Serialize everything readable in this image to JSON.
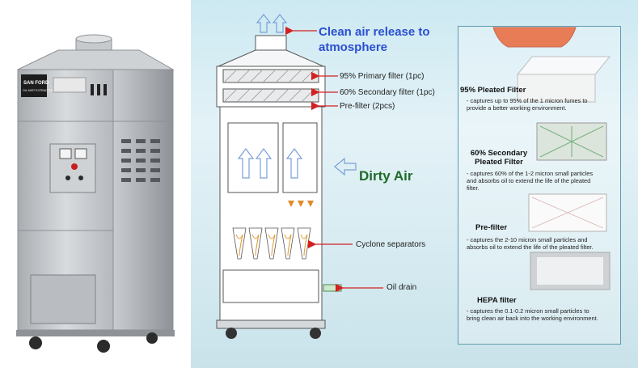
{
  "machine": {
    "brand": "SAN FORD",
    "product": "OIL MIST EXTRACTOR"
  },
  "diagram": {
    "clean_air": "Clean air release to atmosphere",
    "dirty_air": "Dirty Air",
    "callouts": {
      "primary": "95% Primary filter (1pc)",
      "secondary": "60% Secondary filter (1pc)",
      "prefilter": "Pre-filter (2pcs)",
      "cyclone": "Cyclone separators",
      "drain": "Oil drain"
    }
  },
  "filters": [
    {
      "title": "95% Pleated Filter",
      "description": "- captures up to 95% of the 1 micron fumes to provide a better working environment."
    },
    {
      "title": "60% Secondary Pleated Filter",
      "description": "- captures 60% of the 1-2 micron small particles and absorbs oil to extend the life of the pleated filter."
    },
    {
      "title": "Pre-filter",
      "description": "- captures the 2-10 micron small particles and absorbs oil to extend the life of the pleated filter."
    },
    {
      "title": "HEPA filter",
      "description": "- captures the 0.1-0.2 micron small particles to bring clean air back into the working environment."
    }
  ],
  "colors": {
    "arrow_red": "#d42020",
    "clean_air_blue": "#2a4fd0",
    "dirty_air_green": "#1f6b2a"
  }
}
